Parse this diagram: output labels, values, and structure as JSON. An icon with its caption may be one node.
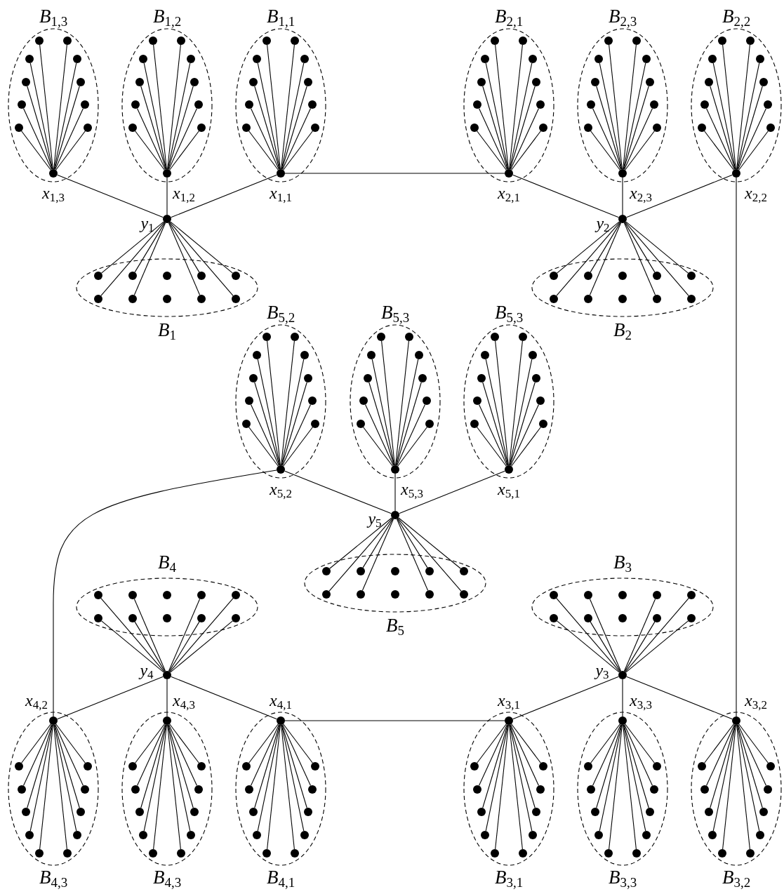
{
  "diagram": {
    "nodes": [
      {
        "text": [
          "B$_{1,3}$"
        ]
      },
      {
        "text": [],
        "shape": "circle",
        "in": 0
      },
      {
        "text": [],
        "shape": "circle",
        "in": 0
      },
      {
        "text": [],
        "shape": "circle",
        "in": 0
      },
      {
        "text": [],
        "shape": "circle",
        "in": 0
      },
      {
        "text": [],
        "shape": "circle",
        "in": 0
      },
      {
        "text": [],
        "shape": "circle",
        "in": 0
      },
      {
        "text": [],
        "shape": "circle",
        "in": 0
      },
      {
        "text": [],
        "shape": "circle",
        "in": 0
      },
      {
        "text": [],
        "shape": "circle",
        "in": 0
      },
      {
        "text": [],
        "shape": "circle",
        "in": 0
      },
      {
        "text": [],
        "shape": "circle",
        "beside": [
          "x$_{1,3}$"
        ],
        "in": 0
      },
      {
        "text": [
          "B$_{1,2}$"
        ]
      },
      {
        "text": [],
        "shape": "circle",
        "in": 12
      },
      {
        "text": [],
        "shape": "circle",
        "in": 12
      },
      {
        "text": [],
        "shape": "circle",
        "in": 12
      },
      {
        "text": [],
        "shape": "circle",
        "in": 12
      },
      {
        "text": [],
        "shape": "circle",
        "in": 12
      },
      {
        "text": [],
        "shape": "circle",
        "in": 12
      },
      {
        "text": [],
        "shape": "circle",
        "in": 12
      },
      {
        "text": [],
        "shape": "circle",
        "in": 12
      },
      {
        "text": [],
        "shape": "circle",
        "in": 12
      },
      {
        "text": [],
        "shape": "circle",
        "in": 12
      },
      {
        "text": [],
        "shape": "circle",
        "beside": [
          "x$_{1,2}$"
        ],
        "in": 12
      },
      {
        "text": [
          "B$_{1,1}$"
        ]
      },
      {
        "text": [],
        "shape": "circle",
        "in": 24
      },
      {
        "text": [],
        "shape": "circle",
        "in": 24
      },
      {
        "text": [],
        "shape": "circle",
        "in": 24
      },
      {
        "text": [],
        "shape": "circle",
        "in": 24
      },
      {
        "text": [],
        "shape": "circle",
        "in": 24
      },
      {
        "text": [],
        "shape": "circle",
        "in": 24
      },
      {
        "text": [],
        "shape": "circle",
        "in": 24
      },
      {
        "text": [],
        "shape": "circle",
        "in": 24
      },
      {
        "text": [],
        "shape": "circle",
        "in": 24
      },
      {
        "text": [],
        "shape": "circle",
        "in": 24
      },
      {
        "text": [],
        "shape": "circle",
        "beside": [
          "x$_{1,1}$"
        ],
        "in": 24
      },
      {
        "text": [
          "B$_{2,1}$"
        ]
      },
      {
        "text": [],
        "shape": "circle",
        "in": 36
      },
      {
        "text": [],
        "shape": "circle",
        "in": 36
      },
      {
        "text": [],
        "shape": "circle",
        "in": 36
      },
      {
        "text": [],
        "shape": "circle",
        "in": 36
      },
      {
        "text": [],
        "shape": "circle",
        "in": 36
      },
      {
        "text": [],
        "shape": "circle",
        "in": 36
      },
      {
        "text": [],
        "shape": "circle",
        "in": 36
      },
      {
        "text": [],
        "shape": "circle",
        "in": 36
      },
      {
        "text": [],
        "shape": "circle",
        "in": 36
      },
      {
        "text": [],
        "shape": "circle",
        "in": 36
      },
      {
        "text": [],
        "shape": "circle",
        "beside": [
          "x$_{2,1}$"
        ],
        "in": 36
      },
      {
        "text": [
          "B$_{2,3}$"
        ]
      },
      {
        "text": [],
        "shape": "circle",
        "in": 48
      },
      {
        "text": [],
        "shape": "circle",
        "in": 48
      },
      {
        "text": [],
        "shape": "circle",
        "in": 48
      },
      {
        "text": [],
        "shape": "circle",
        "in": 48
      },
      {
        "text": [],
        "shape": "circle",
        "in": 48
      },
      {
        "text": [],
        "shape": "circle",
        "in": 48
      },
      {
        "text": [],
        "shape": "circle",
        "in": 48
      },
      {
        "text": [],
        "shape": "circle",
        "in": 48
      },
      {
        "text": [],
        "shape": "circle",
        "in": 48
      },
      {
        "text": [],
        "shape": "circle",
        "in": 48
      },
      {
        "text": [],
        "shape": "circle",
        "beside": [
          "x$_{2,3}$"
        ],
        "in": 48
      },
      {
        "text": [
          "B$_{2,2}$"
        ]
      },
      {
        "text": [],
        "shape": "circle",
        "in": 60
      },
      {
        "text": [],
        "shape": "circle",
        "in": 60
      },
      {
        "text": [],
        "shape": "circle",
        "in": 60
      },
      {
        "text": [],
        "shape": "circle",
        "in": 60
      },
      {
        "text": [],
        "shape": "circle",
        "in": 60
      },
      {
        "text": [],
        "shape": "circle",
        "in": 60
      },
      {
        "text": [],
        "shape": "circle",
        "in": 60
      },
      {
        "text": [],
        "shape": "circle",
        "in": 60
      },
      {
        "text": [],
        "shape": "circle",
        "in": 60
      },
      {
        "text": [],
        "shape": "circle",
        "in": 60
      },
      {
        "text": [],
        "shape": "circle",
        "beside": [
          "x$_{2,2}$"
        ],
        "in": 60
      },
      {
        "text": [],
        "shape": "circle",
        "beside": [
          "y$_{1}$"
        ]
      },
      {
        "text": [
          "B$_{1}$"
        ]
      },
      {
        "text": [],
        "shape": "circle",
        "in": 73
      },
      {
        "text": [],
        "shape": "circle",
        "in": 73
      },
      {
        "text": [],
        "shape": "circle",
        "in": 73
      },
      {
        "text": [],
        "shape": "circle",
        "in": 73
      },
      {
        "text": [],
        "shape": "circle",
        "in": 73
      },
      {
        "text": [],
        "shape": "circle",
        "in": 73
      },
      {
        "text": [],
        "shape": "circle",
        "in": 73
      },
      {
        "text": [],
        "shape": "circle",
        "in": 73
      },
      {
        "text": [],
        "shape": "circle",
        "in": 73
      },
      {
        "text": [],
        "shape": "circle",
        "in": 73
      },
      {
        "text": [],
        "shape": "circle",
        "beside": [
          "y$_{2}$"
        ]
      },
      {
        "text": [
          "B$_{2}$"
        ]
      },
      {
        "text": [],
        "shape": "circle",
        "in": 85
      },
      {
        "text": [],
        "shape": "circle",
        "in": 85
      },
      {
        "text": [],
        "shape": "circle",
        "in": 85
      },
      {
        "text": [],
        "shape": "circle",
        "in": 85
      },
      {
        "text": [],
        "shape": "circle",
        "in": 85
      },
      {
        "text": [],
        "shape": "circle",
        "in": 85
      },
      {
        "text": [],
        "shape": "circle",
        "in": 85
      },
      {
        "text": [],
        "shape": "circle",
        "in": 85
      },
      {
        "text": [],
        "shape": "circle",
        "in": 85
      },
      {
        "text": [],
        "shape": "circle",
        "in": 85
      },
      {
        "text": [
          "B$_{5,2}$"
        ]
      },
      {
        "text": [],
        "shape": "circle",
        "in": 96
      },
      {
        "text": [],
        "shape": "circle",
        "in": 96
      },
      {
        "text": [],
        "shape": "circle",
        "in": 96
      },
      {
        "text": [],
        "shape": "circle",
        "in": 96
      },
      {
        "text": [],
        "shape": "circle",
        "in": 96
      },
      {
        "text": [],
        "shape": "circle",
        "in": 96
      },
      {
        "text": [],
        "shape": "circle",
        "in": 96
      },
      {
        "text": [],
        "shape": "circle",
        "in": 96
      },
      {
        "text": [],
        "shape": "circle",
        "in": 96
      },
      {
        "text": [],
        "shape": "circle",
        "in": 96
      },
      {
        "text": [],
        "shape": "circle",
        "beside": [
          "x$_{5,2}$"
        ],
        "in": 96
      },
      {
        "text": [
          "B$_{5,3}$"
        ]
      },
      {
        "text": [],
        "shape": "circle",
        "in": 108
      },
      {
        "text": [],
        "shape": "circle",
        "in": 108
      },
      {
        "text": [],
        "shape": "circle",
        "in": 108
      },
      {
        "text": [],
        "shape": "circle",
        "in": 108
      },
      {
        "text": [],
        "shape": "circle",
        "in": 108
      },
      {
        "text": [],
        "shape": "circle",
        "in": 108
      },
      {
        "text": [],
        "shape": "circle",
        "in": 108
      },
      {
        "text": [],
        "shape": "circle",
        "in": 108
      },
      {
        "text": [],
        "shape": "circle",
        "in": 108
      },
      {
        "text": [],
        "shape": "circle",
        "in": 108
      },
      {
        "text": [],
        "shape": "circle",
        "beside": [
          "x$_{5,3}$"
        ],
        "in": 108
      },
      {
        "text": [
          "B$_{5,3}$"
        ]
      },
      {
        "text": [],
        "shape": "circle",
        "in": 120
      },
      {
        "text": [],
        "shape": "circle",
        "in": 120
      },
      {
        "text": [],
        "shape": "circle",
        "in": 120
      },
      {
        "text": [],
        "shape": "circle",
        "in": 120
      },
      {
        "text": [],
        "shape": "circle",
        "in": 120
      },
      {
        "text": [],
        "shape": "circle",
        "in": 120
      },
      {
        "text": [],
        "shape": "circle",
        "in": 120
      },
      {
        "text": [],
        "shape": "circle",
        "in": 120
      },
      {
        "text": [],
        "shape": "circle",
        "in": 120
      },
      {
        "text": [],
        "shape": "circle",
        "in": 120
      },
      {
        "text": [],
        "shape": "circle",
        "beside": [
          "x$_{5,1}$"
        ],
        "in": 120
      },
      {
        "text": [],
        "shape": "circle",
        "beside": [
          "y$_{5}$"
        ]
      },
      {
        "text": [
          "B$_{5}$"
        ]
      },
      {
        "text": [],
        "shape": "circle",
        "in": 133
      },
      {
        "text": [],
        "shape": "circle",
        "in": 133
      },
      {
        "text": [],
        "shape": "circle",
        "in": 133
      },
      {
        "text": [],
        "shape": "circle",
        "in": 133
      },
      {
        "text": [],
        "shape": "circle",
        "in": 133
      },
      {
        "text": [],
        "shape": "circle",
        "in": 133
      },
      {
        "text": [],
        "shape": "circle",
        "in": 133
      },
      {
        "text": [],
        "shape": "circle",
        "in": 133
      },
      {
        "text": [],
        "shape": "circle",
        "in": 133
      },
      {
        "text": [],
        "shape": "circle",
        "in": 133
      },
      {
        "text": [
          "B$_{4}$"
        ]
      },
      {
        "text": [],
        "shape": "circle",
        "in": 144
      },
      {
        "text": [],
        "shape": "circle",
        "in": 144
      },
      {
        "text": [],
        "shape": "circle",
        "in": 144
      },
      {
        "text": [],
        "shape": "circle",
        "in": 144
      },
      {
        "text": [],
        "shape": "circle",
        "in": 144
      },
      {
        "text": [],
        "shape": "circle",
        "in": 144
      },
      {
        "text": [],
        "shape": "circle",
        "in": 144
      },
      {
        "text": [],
        "shape": "circle",
        "in": 144
      },
      {
        "text": [],
        "shape": "circle",
        "in": 144
      },
      {
        "text": [],
        "shape": "circle",
        "in": 144
      },
      {
        "text": [],
        "shape": "circle",
        "beside": [
          "y$_{4}$"
        ]
      },
      {
        "text": [
          "B$_{3}$"
        ]
      },
      {
        "text": [],
        "shape": "circle",
        "in": 156
      },
      {
        "text": [],
        "shape": "circle",
        "in": 156
      },
      {
        "text": [],
        "shape": "circle",
        "in": 156
      },
      {
        "text": [],
        "shape": "circle",
        "in": 156
      },
      {
        "text": [],
        "shape": "circle",
        "in": 156
      },
      {
        "text": [],
        "shape": "circle",
        "in": 156
      },
      {
        "text": [],
        "shape": "circle",
        "in": 156
      },
      {
        "text": [],
        "shape": "circle",
        "in": 156
      },
      {
        "text": [],
        "shape": "circle",
        "in": 156
      },
      {
        "text": [],
        "shape": "circle",
        "in": 156
      },
      {
        "text": [],
        "shape": "circle",
        "beside": [
          "y$_{3}$"
        ]
      },
      {
        "text": [
          "B$_{4,3}$"
        ]
      },
      {
        "text": [],
        "shape": "circle",
        "in": 168
      },
      {
        "text": [],
        "shape": "circle",
        "in": 168
      },
      {
        "text": [],
        "shape": "circle",
        "in": 168
      },
      {
        "text": [],
        "shape": "circle",
        "in": 168
      },
      {
        "text": [],
        "shape": "circle",
        "in": 168
      },
      {
        "text": [],
        "shape": "circle",
        "in": 168
      },
      {
        "text": [],
        "shape": "circle",
        "in": 168
      },
      {
        "text": [],
        "shape": "circle",
        "in": 168
      },
      {
        "text": [],
        "shape": "circle",
        "in": 168
      },
      {
        "text": [],
        "shape": "circle",
        "in": 168
      },
      {
        "text": [],
        "shape": "circle",
        "beside": [
          "x$_{4,2}$"
        ],
        "in": 168
      },
      {
        "text": [
          "B$_{4,3}$"
        ]
      },
      {
        "text": [],
        "shape": "circle",
        "in": 180
      },
      {
        "text": [],
        "shape": "circle",
        "in": 180
      },
      {
        "text": [],
        "shape": "circle",
        "in": 180
      },
      {
        "text": [],
        "shape": "circle",
        "in": 180
      },
      {
        "text": [],
        "shape": "circle",
        "in": 180
      },
      {
        "text": [],
        "shape": "circle",
        "in": 180
      },
      {
        "text": [],
        "shape": "circle",
        "in": 180
      },
      {
        "text": [],
        "shape": "circle",
        "in": 180
      },
      {
        "text": [],
        "shape": "circle",
        "in": 180
      },
      {
        "text": [],
        "shape": "circle",
        "in": 180
      },
      {
        "text": [],
        "shape": "circle",
        "beside": [
          "x$_{4,3}$"
        ],
        "in": 180
      },
      {
        "text": [
          "B$_{4,1}$"
        ]
      },
      {
        "text": [],
        "shape": "circle",
        "in": 192
      },
      {
        "text": [],
        "shape": "circle",
        "in": 192
      },
      {
        "text": [],
        "shape": "circle",
        "in": 192
      },
      {
        "text": [],
        "shape": "circle",
        "in": 192
      },
      {
        "text": [],
        "shape": "circle",
        "in": 192
      },
      {
        "text": [],
        "shape": "circle",
        "in": 192
      },
      {
        "text": [],
        "shape": "circle",
        "in": 192
      },
      {
        "text": [],
        "shape": "circle",
        "in": 192
      },
      {
        "text": [],
        "shape": "circle",
        "in": 192
      },
      {
        "text": [],
        "shape": "circle",
        "in": 192
      },
      {
        "text": [],
        "shape": "circle",
        "beside": [
          "x$_{4,1}$"
        ],
        "in": 192
      },
      {
        "text": [
          "B$_{3,1}$"
        ]
      },
      {
        "text": [],
        "shape": "circle",
        "in": 204
      },
      {
        "text": [],
        "shape": "circle",
        "in": 204
      },
      {
        "text": [],
        "shape": "circle",
        "in": 204
      },
      {
        "text": [],
        "shape": "circle",
        "in": 204
      },
      {
        "text": [],
        "shape": "circle",
        "in": 204
      },
      {
        "text": [],
        "shape": "circle",
        "in": 204
      },
      {
        "text": [],
        "shape": "circle",
        "in": 204
      },
      {
        "text": [],
        "shape": "circle",
        "in": 204
      },
      {
        "text": [],
        "shape": "circle",
        "in": 204
      },
      {
        "text": [],
        "shape": "circle",
        "in": 204
      },
      {
        "text": [],
        "shape": "circle",
        "beside": [
          "x$_{3,1}$"
        ],
        "in": 204
      },
      {
        "text": [
          "B$_{3,3}$"
        ]
      },
      {
        "text": [],
        "shape": "circle",
        "in": 216
      },
      {
        "text": [],
        "shape": "circle",
        "in": 216
      },
      {
        "text": [],
        "shape": "circle",
        "in": 216
      },
      {
        "text": [],
        "shape": "circle",
        "in": 216
      },
      {
        "text": [],
        "shape": "circle",
        "in": 216
      },
      {
        "text": [],
        "shape": "circle",
        "in": 216
      },
      {
        "text": [],
        "shape": "circle",
        "in": 216
      },
      {
        "text": [],
        "shape": "circle",
        "in": 216
      },
      {
        "text": [],
        "shape": "circle",
        "in": 216
      },
      {
        "text": [],
        "shape": "circle",
        "in": 216
      },
      {
        "text": [],
        "shape": "circle",
        "beside": [
          "x$_{3,3}$"
        ],
        "in": 216
      },
      {
        "text": [
          "B$_{3,2}$"
        ]
      },
      {
        "text": [],
        "shape": "circle",
        "in": 228
      },
      {
        "text": [],
        "shape": "circle",
        "in": 228
      },
      {
        "text": [],
        "shape": "circle",
        "in": 228
      },
      {
        "text": [],
        "shape": "circle",
        "in": 228
      },
      {
        "text": [],
        "shape": "circle",
        "in": 228
      },
      {
        "text": [],
        "shape": "circle",
        "in": 228
      },
      {
        "text": [],
        "shape": "circle",
        "in": 228
      },
      {
        "text": [],
        "shape": "circle",
        "in": 228
      },
      {
        "text": [],
        "shape": "circle",
        "in": 228
      },
      {
        "text": [],
        "shape": "circle",
        "in": 228
      },
      {
        "text": [],
        "shape": "circle",
        "beside": [
          "x$_{3,2}$"
        ],
        "in": 228
      }
    ],
    "edges": [
      {
        "from": 11,
        "to": 1,
        "arrow": "none"
      },
      {
        "from": 11,
        "to": 2,
        "arrow": "none"
      },
      {
        "from": 11,
        "to": 3,
        "arrow": "none"
      },
      {
        "from": 11,
        "to": 4,
        "arrow": "none"
      },
      {
        "from": 11,
        "to": 5,
        "arrow": "none"
      },
      {
        "from": 11,
        "to": 6,
        "arrow": "none"
      },
      {
        "from": 11,
        "to": 7,
        "arrow": "none"
      },
      {
        "from": 11,
        "to": 8,
        "arrow": "none"
      },
      {
        "from": 11,
        "to": 9,
        "arrow": "none"
      },
      {
        "from": 11,
        "to": 10,
        "arrow": "none"
      },
      {
        "from": 23,
        "to": 13,
        "arrow": "none"
      },
      {
        "from": 23,
        "to": 14,
        "arrow": "none"
      },
      {
        "from": 23,
        "to": 15,
        "arrow": "none"
      },
      {
        "from": 23,
        "to": 16,
        "arrow": "none"
      },
      {
        "from": 23,
        "to": 17,
        "arrow": "none"
      },
      {
        "from": 23,
        "to": 18,
        "arrow": "none"
      },
      {
        "from": 23,
        "to": 19,
        "arrow": "none"
      },
      {
        "from": 23,
        "to": 20,
        "arrow": "none"
      },
      {
        "from": 23,
        "to": 21,
        "arrow": "none"
      },
      {
        "from": 23,
        "to": 22,
        "arrow": "none"
      },
      {
        "from": 35,
        "to": 25,
        "arrow": "none"
      },
      {
        "from": 35,
        "to": 26,
        "arrow": "none"
      },
      {
        "from": 35,
        "to": 27,
        "arrow": "none"
      },
      {
        "from": 35,
        "to": 28,
        "arrow": "none"
      },
      {
        "from": 35,
        "to": 29,
        "arrow": "none"
      },
      {
        "from": 35,
        "to": 30,
        "arrow": "none"
      },
      {
        "from": 35,
        "to": 31,
        "arrow": "none"
      },
      {
        "from": 35,
        "to": 32,
        "arrow": "none"
      },
      {
        "from": 35,
        "to": 33,
        "arrow": "none"
      },
      {
        "from": 35,
        "to": 34,
        "arrow": "none"
      },
      {
        "from": 47,
        "to": 37,
        "arrow": "none"
      },
      {
        "from": 47,
        "to": 38,
        "arrow": "none"
      },
      {
        "from": 47,
        "to": 39,
        "arrow": "none"
      },
      {
        "from": 47,
        "to": 40,
        "arrow": "none"
      },
      {
        "from": 47,
        "to": 41,
        "arrow": "none"
      },
      {
        "from": 47,
        "to": 42,
        "arrow": "none"
      },
      {
        "from": 47,
        "to": 43,
        "arrow": "none"
      },
      {
        "from": 47,
        "to": 44,
        "arrow": "none"
      },
      {
        "from": 47,
        "to": 45,
        "arrow": "none"
      },
      {
        "from": 47,
        "to": 46,
        "arrow": "none"
      },
      {
        "from": 59,
        "to": 49,
        "arrow": "none"
      },
      {
        "from": 59,
        "to": 50,
        "arrow": "none"
      },
      {
        "from": 59,
        "to": 51,
        "arrow": "none"
      },
      {
        "from": 59,
        "to": 52,
        "arrow": "none"
      },
      {
        "from": 59,
        "to": 53,
        "arrow": "none"
      },
      {
        "from": 59,
        "to": 54,
        "arrow": "none"
      },
      {
        "from": 59,
        "to": 55,
        "arrow": "none"
      },
      {
        "from": 59,
        "to": 56,
        "arrow": "none"
      },
      {
        "from": 59,
        "to": 57,
        "arrow": "none"
      },
      {
        "from": 59,
        "to": 58,
        "arrow": "none"
      },
      {
        "from": 71,
        "to": 61,
        "arrow": "none"
      },
      {
        "from": 71,
        "to": 62,
        "arrow": "none"
      },
      {
        "from": 71,
        "to": 63,
        "arrow": "none"
      },
      {
        "from": 71,
        "to": 64,
        "arrow": "none"
      },
      {
        "from": 71,
        "to": 65,
        "arrow": "none"
      },
      {
        "from": 71,
        "to": 66,
        "arrow": "none"
      },
      {
        "from": 71,
        "to": 67,
        "arrow": "none"
      },
      {
        "from": 71,
        "to": 68,
        "arrow": "none"
      },
      {
        "from": 71,
        "to": 69,
        "arrow": "none"
      },
      {
        "from": 71,
        "to": 70,
        "arrow": "none"
      },
      {
        "from": 107,
        "to": 97,
        "arrow": "none"
      },
      {
        "from": 107,
        "to": 98,
        "arrow": "none"
      },
      {
        "from": 107,
        "to": 99,
        "arrow": "none"
      },
      {
        "from": 107,
        "to": 100,
        "arrow": "none"
      },
      {
        "from": 107,
        "to": 101,
        "arrow": "none"
      },
      {
        "from": 107,
        "to": 102,
        "arrow": "none"
      },
      {
        "from": 107,
        "to": 103,
        "arrow": "none"
      },
      {
        "from": 107,
        "to": 104,
        "arrow": "none"
      },
      {
        "from": 107,
        "to": 105,
        "arrow": "none"
      },
      {
        "from": 107,
        "to": 106,
        "arrow": "none"
      },
      {
        "from": 119,
        "to": 109,
        "arrow": "none"
      },
      {
        "from": 119,
        "to": 110,
        "arrow": "none"
      },
      {
        "from": 119,
        "to": 111,
        "arrow": "none"
      },
      {
        "from": 119,
        "to": 112,
        "arrow": "none"
      },
      {
        "from": 119,
        "to": 113,
        "arrow": "none"
      },
      {
        "from": 119,
        "to": 114,
        "arrow": "none"
      },
      {
        "from": 119,
        "to": 115,
        "arrow": "none"
      },
      {
        "from": 119,
        "to": 116,
        "arrow": "none"
      },
      {
        "from": 119,
        "to": 117,
        "arrow": "none"
      },
      {
        "from": 119,
        "to": 118,
        "arrow": "none"
      },
      {
        "from": 131,
        "to": 121,
        "arrow": "none"
      },
      {
        "from": 131,
        "to": 122,
        "arrow": "none"
      },
      {
        "from": 131,
        "to": 123,
        "arrow": "none"
      },
      {
        "from": 131,
        "to": 124,
        "arrow": "none"
      },
      {
        "from": 131,
        "to": 125,
        "arrow": "none"
      },
      {
        "from": 131,
        "to": 126,
        "arrow": "none"
      },
      {
        "from": 131,
        "to": 127,
        "arrow": "none"
      },
      {
        "from": 131,
        "to": 128,
        "arrow": "none"
      },
      {
        "from": 131,
        "to": 129,
        "arrow": "none"
      },
      {
        "from": 131,
        "to": 130,
        "arrow": "none"
      },
      {
        "from": 179,
        "to": 169,
        "arrow": "none"
      },
      {
        "from": 179,
        "to": 170,
        "arrow": "none"
      },
      {
        "from": 179,
        "to": 171,
        "arrow": "none"
      },
      {
        "from": 179,
        "to": 172,
        "arrow": "none"
      },
      {
        "from": 179,
        "to": 173,
        "arrow": "none"
      },
      {
        "from": 179,
        "to": 174,
        "arrow": "none"
      },
      {
        "from": 179,
        "to": 175,
        "arrow": "none"
      },
      {
        "from": 179,
        "to": 176,
        "arrow": "none"
      },
      {
        "from": 179,
        "to": 177,
        "arrow": "none"
      },
      {
        "from": 179,
        "to": 178,
        "arrow": "none"
      },
      {
        "from": 191,
        "to": 181,
        "arrow": "none"
      },
      {
        "from": 191,
        "to": 182,
        "arrow": "none"
      },
      {
        "from": 191,
        "to": 183,
        "arrow": "none"
      },
      {
        "from": 191,
        "to": 184,
        "arrow": "none"
      },
      {
        "from": 191,
        "to": 185,
        "arrow": "none"
      },
      {
        "from": 191,
        "to": 186,
        "arrow": "none"
      },
      {
        "from": 191,
        "to": 187,
        "arrow": "none"
      },
      {
        "from": 191,
        "to": 188,
        "arrow": "none"
      },
      {
        "from": 191,
        "to": 189,
        "arrow": "none"
      },
      {
        "from": 191,
        "to": 190,
        "arrow": "none"
      },
      {
        "from": 203,
        "to": 193,
        "arrow": "none"
      },
      {
        "from": 203,
        "to": 194,
        "arrow": "none"
      },
      {
        "from": 203,
        "to": 195,
        "arrow": "none"
      },
      {
        "from": 203,
        "to": 196,
        "arrow": "none"
      },
      {
        "from": 203,
        "to": 197,
        "arrow": "none"
      },
      {
        "from": 203,
        "to": 198,
        "arrow": "none"
      },
      {
        "from": 203,
        "to": 199,
        "arrow": "none"
      },
      {
        "from": 203,
        "to": 200,
        "arrow": "none"
      },
      {
        "from": 203,
        "to": 201,
        "arrow": "none"
      },
      {
        "from": 203,
        "to": 202,
        "arrow": "none"
      },
      {
        "from": 215,
        "to": 205,
        "arrow": "none"
      },
      {
        "from": 215,
        "to": 206,
        "arrow": "none"
      },
      {
        "from": 215,
        "to": 207,
        "arrow": "none"
      },
      {
        "from": 215,
        "to": 208,
        "arrow": "none"
      },
      {
        "from": 215,
        "to": 209,
        "arrow": "none"
      },
      {
        "from": 215,
        "to": 210,
        "arrow": "none"
      },
      {
        "from": 215,
        "to": 211,
        "arrow": "none"
      },
      {
        "from": 215,
        "to": 212,
        "arrow": "none"
      },
      {
        "from": 215,
        "to": 213,
        "arrow": "none"
      },
      {
        "from": 215,
        "to": 214,
        "arrow": "none"
      },
      {
        "from": 227,
        "to": 217,
        "arrow": "none"
      },
      {
        "from": 227,
        "to": 218,
        "arrow": "none"
      },
      {
        "from": 227,
        "to": 219,
        "arrow": "none"
      },
      {
        "from": 227,
        "to": 220,
        "arrow": "none"
      },
      {
        "from": 227,
        "to": 221,
        "arrow": "none"
      },
      {
        "from": 227,
        "to": 222,
        "arrow": "none"
      },
      {
        "from": 227,
        "to": 223,
        "arrow": "none"
      },
      {
        "from": 227,
        "to": 224,
        "arrow": "none"
      },
      {
        "from": 227,
        "to": 225,
        "arrow": "none"
      },
      {
        "from": 227,
        "to": 226,
        "arrow": "none"
      },
      {
        "from": 239,
        "to": 229,
        "arrow": "none"
      },
      {
        "from": 239,
        "to": 230,
        "arrow": "none"
      },
      {
        "from": 239,
        "to": 231,
        "arrow": "none"
      },
      {
        "from": 239,
        "to": 232,
        "arrow": "none"
      },
      {
        "from": 239,
        "to": 233,
        "arrow": "none"
      },
      {
        "from": 239,
        "to": 234,
        "arrow": "none"
      },
      {
        "from": 239,
        "to": 235,
        "arrow": "none"
      },
      {
        "from": 239,
        "to": 236,
        "arrow": "none"
      },
      {
        "from": 239,
        "to": 237,
        "arrow": "none"
      },
      {
        "from": 239,
        "to": 238,
        "arrow": "none"
      },
      {
        "from": 72,
        "to": 74,
        "arrow": "none"
      },
      {
        "from": 72,
        "to": 75,
        "arrow": "none"
      },
      {
        "from": 72,
        "to": 77,
        "arrow": "none"
      },
      {
        "from": 72,
        "to": 78,
        "arrow": "none"
      },
      {
        "from": 72,
        "to": 79,
        "arrow": "none"
      },
      {
        "from": 72,
        "to": 80,
        "arrow": "none"
      },
      {
        "from": 72,
        "to": 82,
        "arrow": "none"
      },
      {
        "from": 72,
        "to": 83,
        "arrow": "none"
      },
      {
        "from": 84,
        "to": 86,
        "arrow": "none"
      },
      {
        "from": 84,
        "to": 87,
        "arrow": "none"
      },
      {
        "from": 84,
        "to": 89,
        "arrow": "none"
      },
      {
        "from": 84,
        "to": 90,
        "arrow": "none"
      },
      {
        "from": 84,
        "to": 91,
        "arrow": "none"
      },
      {
        "from": 84,
        "to": 92,
        "arrow": "none"
      },
      {
        "from": 84,
        "to": 94,
        "arrow": "none"
      },
      {
        "from": 84,
        "to": 95,
        "arrow": "none"
      },
      {
        "from": 132,
        "to": 134,
        "arrow": "none"
      },
      {
        "from": 132,
        "to": 135,
        "arrow": "none"
      },
      {
        "from": 132,
        "to": 137,
        "arrow": "none"
      },
      {
        "from": 132,
        "to": 138,
        "arrow": "none"
      },
      {
        "from": 132,
        "to": 139,
        "arrow": "none"
      },
      {
        "from": 132,
        "to": 140,
        "arrow": "none"
      },
      {
        "from": 132,
        "to": 142,
        "arrow": "none"
      },
      {
        "from": 132,
        "to": 143,
        "arrow": "none"
      },
      {
        "from": 155,
        "to": 145,
        "arrow": "none"
      },
      {
        "from": 155,
        "to": 146,
        "arrow": "none"
      },
      {
        "from": 155,
        "to": 148,
        "arrow": "none"
      },
      {
        "from": 155,
        "to": 149,
        "arrow": "none"
      },
      {
        "from": 155,
        "to": 150,
        "arrow": "none"
      },
      {
        "from": 155,
        "to": 151,
        "arrow": "none"
      },
      {
        "from": 155,
        "to": 153,
        "arrow": "none"
      },
      {
        "from": 155,
        "to": 154,
        "arrow": "none"
      },
      {
        "from": 167,
        "to": 157,
        "arrow": "none"
      },
      {
        "from": 167,
        "to": 158,
        "arrow": "none"
      },
      {
        "from": 167,
        "to": 160,
        "arrow": "none"
      },
      {
        "from": 167,
        "to": 161,
        "arrow": "none"
      },
      {
        "from": 167,
        "to": 162,
        "arrow": "none"
      },
      {
        "from": 167,
        "to": 163,
        "arrow": "none"
      },
      {
        "from": 167,
        "to": 165,
        "arrow": "none"
      },
      {
        "from": 167,
        "to": 166,
        "arrow": "none"
      },
      {
        "from": 72,
        "to": 11,
        "arrow": "none"
      },
      {
        "from": 72,
        "to": 23,
        "arrow": "none"
      },
      {
        "from": 72,
        "to": 35,
        "arrow": "none"
      },
      {
        "from": 84,
        "to": 47,
        "arrow": "none"
      },
      {
        "from": 84,
        "to": 59,
        "arrow": "none"
      },
      {
        "from": 84,
        "to": 71,
        "arrow": "none"
      },
      {
        "from": 132,
        "to": 107,
        "arrow": "none"
      },
      {
        "from": 132,
        "to": 119,
        "arrow": "none"
      },
      {
        "from": 132,
        "to": 131,
        "arrow": "none"
      },
      {
        "from": 155,
        "to": 179,
        "arrow": "none"
      },
      {
        "from": 155,
        "to": 191,
        "arrow": "none"
      },
      {
        "from": 155,
        "to": 203,
        "arrow": "none"
      },
      {
        "from": 167,
        "to": 215,
        "arrow": "none"
      },
      {
        "from": 167,
        "to": 227,
        "arrow": "none"
      },
      {
        "from": 167,
        "to": 239,
        "arrow": "none"
      },
      {
        "from": 35,
        "to": 47,
        "arrow": "none"
      },
      {
        "from": 71,
        "to": 239,
        "arrow": "none"
      },
      {
        "from": 203,
        "to": 215,
        "arrow": "none"
      },
      {
        "from": 107,
        "to": 179,
        "arrow": "none"
      }
    ]
  }
}
